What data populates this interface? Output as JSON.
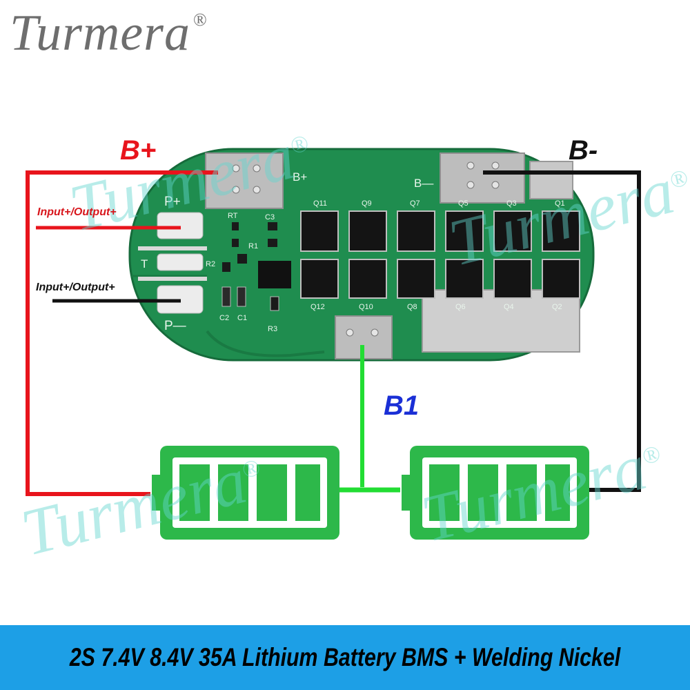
{
  "brand": {
    "name": "Turmera",
    "registered": "®"
  },
  "watermark": {
    "text": "Turmera",
    "registered": "®"
  },
  "wire_labels": {
    "b_plus": "B+",
    "b_minus": "B-",
    "b1": "B1",
    "input_output_top": "Input+/Output+",
    "input_output_bottom": "Input+/Output+"
  },
  "pcb_silkscreen": {
    "b_plus": "B+",
    "b_minus": "B—",
    "p_plus": "P+",
    "p_minus": "P—",
    "t": "T",
    "components": [
      "RT",
      "C3",
      "R1",
      "R2",
      "C2",
      "C1",
      "R3"
    ],
    "mosfets_top": [
      "Q11",
      "Q9",
      "Q7",
      "Q5",
      "Q3",
      "Q1"
    ],
    "mosfets_bottom": [
      "Q12",
      "Q10",
      "Q8",
      "Q6",
      "Q4",
      "Q2"
    ]
  },
  "colors": {
    "b_plus_wire": "#e8141c",
    "b_minus_wire": "#111111",
    "b1_wire": "#22dd33",
    "battery": "#2db84a",
    "pcb": "#1f8d4f",
    "footer_bg": "#1d9fe6",
    "b1_label": "#1a2fd6",
    "b_plus_label": "#e8141c"
  },
  "footer": {
    "title": "2S 7.4V 8.4V 35A Lithium Battery BMS + Welding Nickel"
  }
}
